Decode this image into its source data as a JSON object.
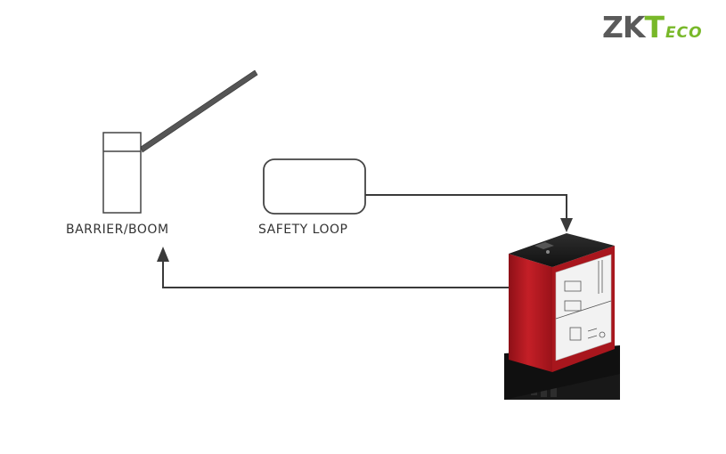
{
  "labels": {
    "barrier": "BARRIER/BOOM",
    "safety_loop": "SAFETY LOOP"
  },
  "logo": {
    "zk": "ZK",
    "t": "T",
    "eco": "ECO",
    "colors": {
      "dark": "#5a5a5a",
      "green": "#78b829"
    }
  },
  "colors": {
    "line": "#3a3a3a",
    "device_red": "#b3181f",
    "device_black": "#1a1a1a",
    "panel_white": "#f2f2f2"
  }
}
